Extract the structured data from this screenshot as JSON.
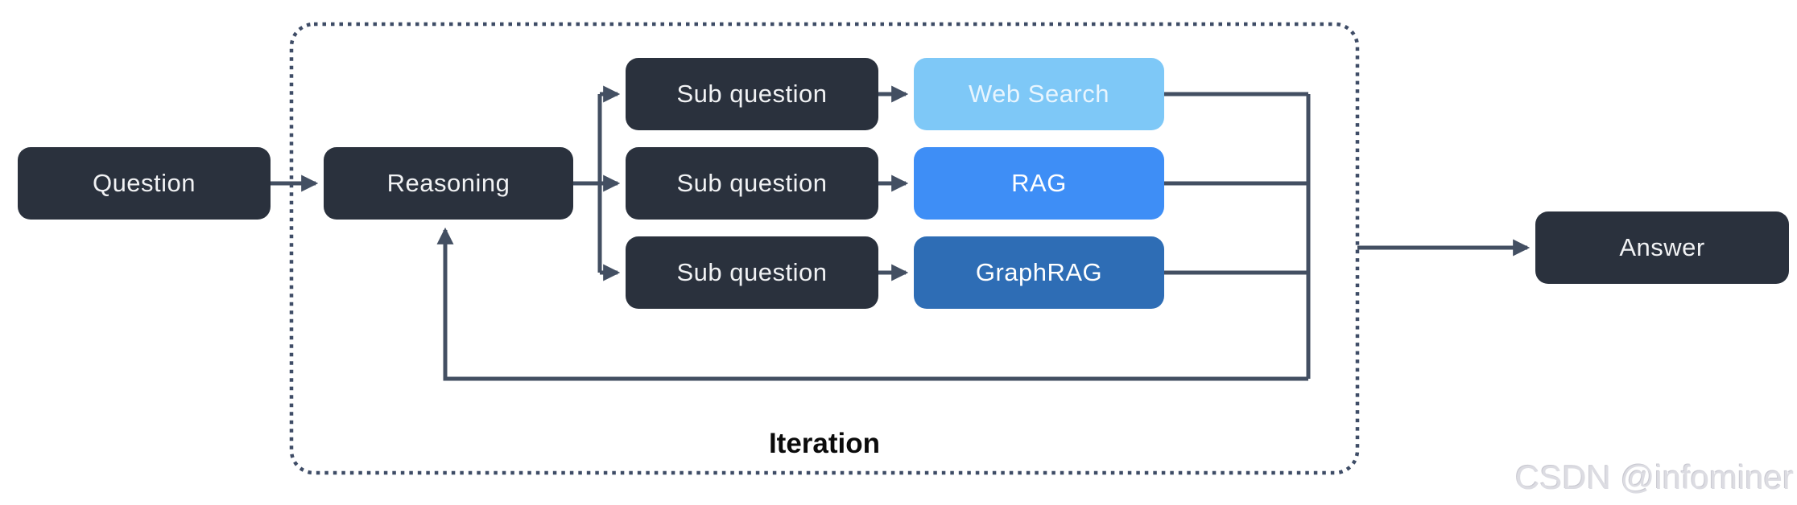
{
  "diagram": {
    "nodes": {
      "question": {
        "label": "Question"
      },
      "reasoning": {
        "label": "Reasoning"
      },
      "sub_questions": [
        {
          "label": "Sub question"
        },
        {
          "label": "Sub question"
        },
        {
          "label": "Sub question"
        }
      ],
      "retrievers": [
        {
          "label": "Web Search",
          "color": "#7EC8F7"
        },
        {
          "label": "RAG",
          "color": "#3E8EF6"
        },
        {
          "label": "GraphRAG",
          "color": "#2E6DB5"
        }
      ],
      "answer": {
        "label": "Answer"
      }
    },
    "iteration_label": "Iteration",
    "colors": {
      "node_dark": "#2A313D",
      "connector": "#434F62",
      "iteration_border": "#3E4C66",
      "background": "#FFFFFF"
    }
  },
  "watermark": {
    "text": "CSDN @infominer"
  }
}
